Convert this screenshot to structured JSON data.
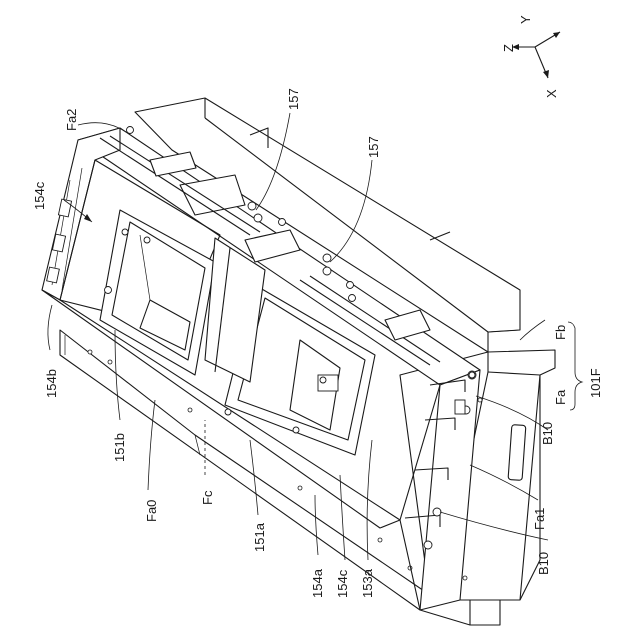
{
  "axes": {
    "x": "X",
    "y": "Y",
    "z": "Z"
  },
  "labels": {
    "fa2": "Fa2",
    "l157_top": "157",
    "l157_mid": "157",
    "l154c_top": "154c",
    "l154b": "154b",
    "l151b": "151b",
    "fa0": "Fa0",
    "fc": "Fc",
    "l151a": "151a",
    "l154a": "154a",
    "l154c_bot": "154c",
    "l153a": "153a",
    "fb": "Fb",
    "l101f": "101F",
    "fa": "Fa",
    "b10_top": "B10",
    "fa1": "Fa1",
    "b10_bot": "B10"
  }
}
